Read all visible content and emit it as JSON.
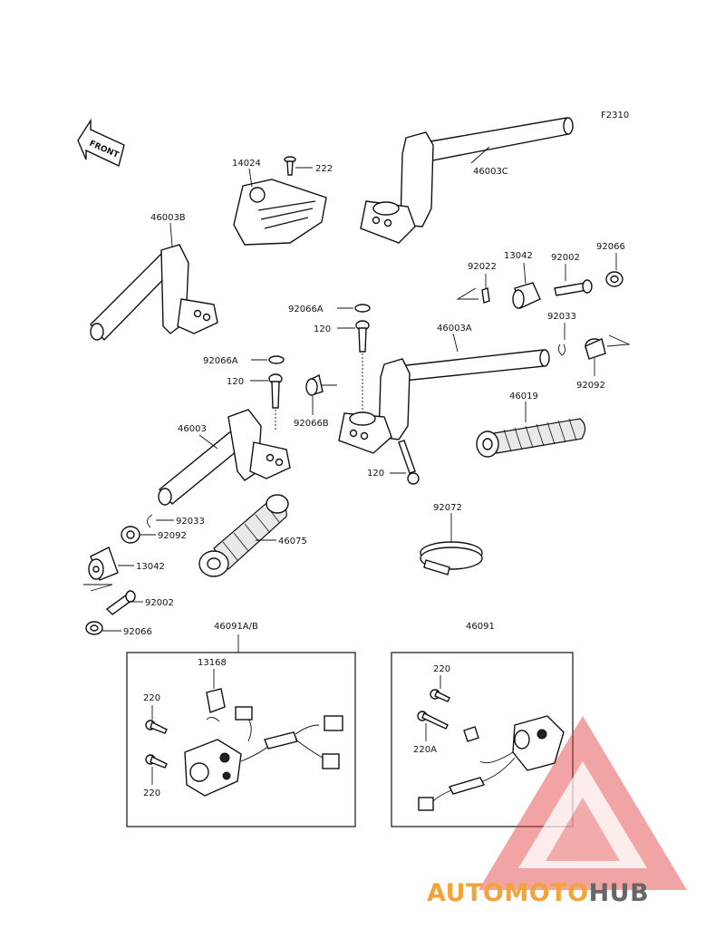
{
  "figure_code": "F2310",
  "front_arrow_text": "FRONT",
  "labels": {
    "l14024": "14024",
    "l222": "222",
    "l46003C": "46003C",
    "l46003B": "46003B",
    "l13042a": "13042",
    "l92022": "92022",
    "l92002a": "92002",
    "l92066a": "92066",
    "l92066A1": "92066A",
    "l120a": "120",
    "l46003A": "46003A",
    "l92033a": "92033",
    "l92066A2": "92066A",
    "l120b": "120",
    "l92066B": "92066B",
    "l92092a": "92092",
    "l46019": "46019",
    "l46003": "46003",
    "l120c": "120",
    "l92033b": "92033",
    "l92092b": "92092",
    "l46075": "46075",
    "l92072": "92072",
    "l13042b": "13042",
    "l92002b": "92002",
    "l92066b": "92066",
    "l46091AB": "46091A/B",
    "l46091": "46091",
    "l13168": "13168",
    "l220a": "220",
    "l220b": "220",
    "l220c": "220",
    "l220A": "220A"
  },
  "watermark": {
    "part1": "AUTOMOTO",
    "part2": "HUB",
    "color_accent": "#f2a33a",
    "color_triangle": "#e23c3c",
    "color_dark": "#555555"
  }
}
